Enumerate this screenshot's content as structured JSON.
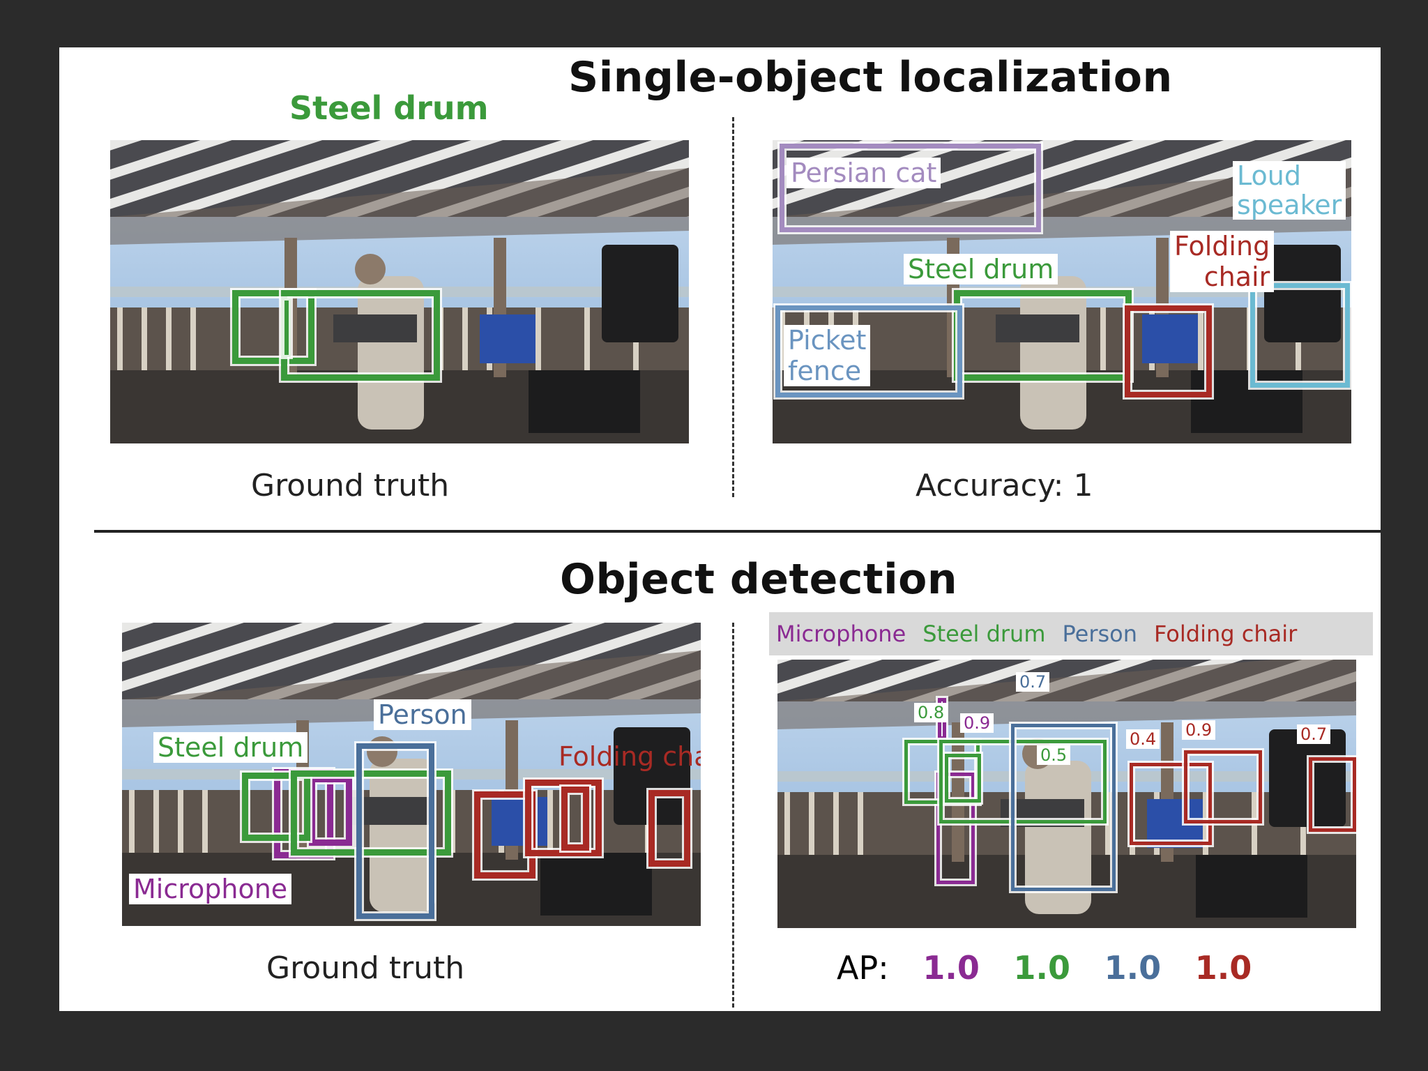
{
  "colors": {
    "steel_drum": "#3b9a3b",
    "persian_cat": "#a38bbf",
    "loud_speaker": "#6bbad2",
    "folding_chair": "#a82a24",
    "picket_fence": "#6a94c0",
    "person": "#4a6f9a",
    "microphone": "#8a2a92"
  },
  "localization": {
    "title": "Single-object localization",
    "gt_class": "Steel drum",
    "gt_caption": "Ground truth",
    "pred_caption": "Accuracy: 1",
    "pred_labels": {
      "persian_cat": "Persian cat",
      "loud_speaker_1": "Loud",
      "loud_speaker_2": "speaker",
      "steel_drum": "Steel drum",
      "folding_chair_1": "Folding",
      "folding_chair_2": "chair",
      "picket_fence_1": "Picket",
      "picket_fence_2": "fence"
    }
  },
  "detection": {
    "title": "Object detection",
    "gt_caption": "Ground truth",
    "gt_labels": {
      "steel_drum": "Steel drum",
      "person": "Person",
      "folding_chair": "Folding chair",
      "microphone": "Microphone"
    },
    "legend": [
      "Microphone",
      "Steel drum",
      "Person",
      "Folding chair"
    ],
    "scores": {
      "s1": "0.7",
      "s2": "0.8",
      "s3": "0.9",
      "s4": "0.5",
      "s5": "0.4",
      "s6": "0.9",
      "s7": "0.7"
    },
    "ap_label": "AP:",
    "ap_values": [
      "1.0",
      "1.0",
      "1.0",
      "1.0"
    ]
  }
}
